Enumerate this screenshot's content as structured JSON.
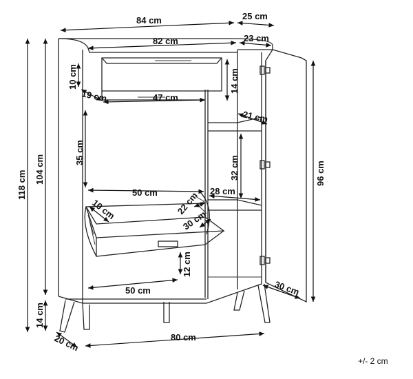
{
  "dimensions": {
    "total_width": "84 cm",
    "top_depth": "25 cm",
    "inner_width": "82 cm",
    "inner_depth": "23 cm",
    "drawer_front_height": "10 cm",
    "drawer_height": "14 cm",
    "drawer_depth": "19 cm",
    "drawer_width": "47 cm",
    "shelf_depth": "21 cm",
    "compartment_height": "35 cm",
    "total_height": "118 cm",
    "body_height": "104 cm",
    "shelf_height": "32 cm",
    "door_height": "96 cm",
    "compartment_width": "50 cm",
    "shelf_width": "28 cm",
    "shoe_flap_depth_top": "10 cm",
    "shoe_flap_angle_a": "22 cm",
    "shoe_flap_angle_b": "30 cm",
    "lower_height": "12 cm",
    "lower_width": "50 cm",
    "body_depth": "30 cm",
    "leg_height": "14 cm",
    "leg_depth": "20 cm",
    "base_width": "80 cm"
  },
  "tolerance": "+/- 2 cm"
}
